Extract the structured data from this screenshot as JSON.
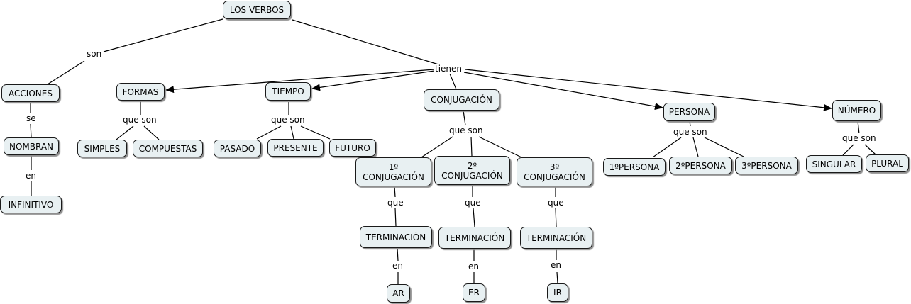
{
  "colors": {
    "node_fill": "#e8f0f2",
    "node_border": "#1a1a1a",
    "line": "#000000",
    "background": "#ffffff"
  },
  "nodes": {
    "los_verbos": "LOS VERBOS",
    "acciones": "ACCIONES",
    "nombran": "NOMBRAN",
    "infinitivo": "INFINITIVO",
    "formas": "FORMAS",
    "simples": "SIMPLES",
    "compuestas": "COMPUESTAS",
    "tiempo": "TIEMPO",
    "pasado": "PASADO",
    "presente": "PRESENTE",
    "futuro": "FUTURO",
    "conjugacion": "CONJUGACIÓN",
    "conj1": "1º\nCONJUGACIÓN",
    "conj2": "2º\nCONJUGACIÓN",
    "conj3": "3º\nCONJUGACIÓN",
    "term1": "TERMINACIÓN",
    "term2": "TERMINACIÓN",
    "term3": "TERMINACIÓN",
    "ar": "AR",
    "er": "ER",
    "ir": "IR",
    "persona": "PERSONA",
    "persona1": "1ºPERSONA",
    "persona2": "2ºPERSONA",
    "persona3": "3ºPERSONA",
    "numero": "NÚMERO",
    "singular": "SINGULAR",
    "plural": "PLURAL"
  },
  "links": {
    "son": "son",
    "tienen": "tienen",
    "se": "se",
    "en_infinitivo": "en",
    "que_son_formas": "que son",
    "que_son_tiempo": "que son",
    "que_son_conjugacion": "que son",
    "que_1": "que",
    "que_2": "que",
    "que_3": "que",
    "en_1": "en",
    "en_2": "en",
    "en_3": "en",
    "que_son_persona": "que son",
    "que_son_numero": "que son"
  }
}
